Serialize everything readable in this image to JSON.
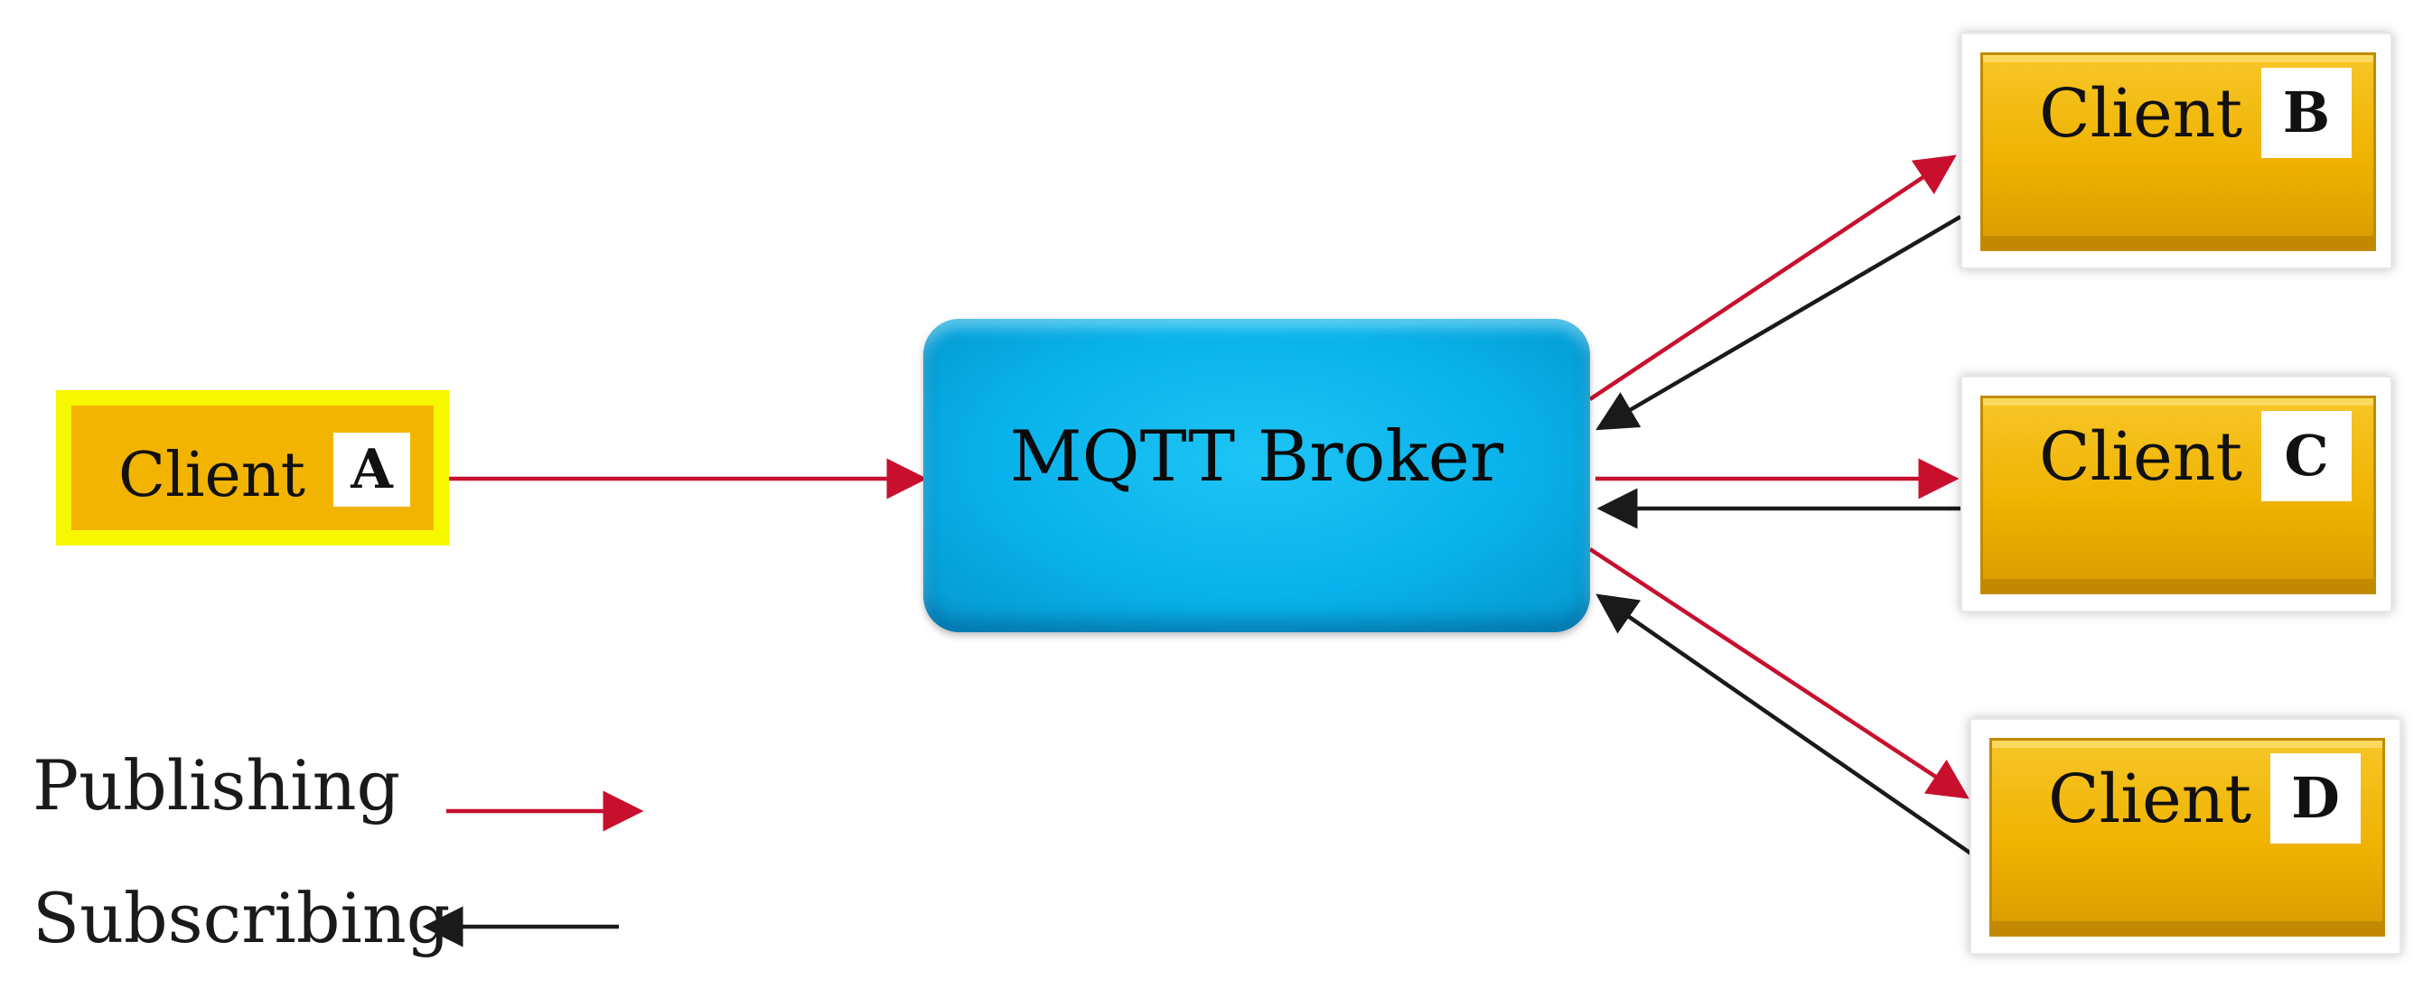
{
  "broker": {
    "label": "MQTT Broker"
  },
  "clients": {
    "a": {
      "label": "Client",
      "letter": "A"
    },
    "b": {
      "label": "Client",
      "letter": "B"
    },
    "c": {
      "label": "Client",
      "letter": "C"
    },
    "d": {
      "label": "Client",
      "letter": "D"
    }
  },
  "legend": {
    "publishing": "Publishing",
    "subscribing": "Subscribing"
  },
  "colors": {
    "publish_arrow": "#c8102e",
    "subscribe_arrow": "#1a1a1a",
    "broker_fill": "#08b2ea",
    "client_fill": "#f2b400",
    "client_a_highlight": "#f7f700"
  }
}
